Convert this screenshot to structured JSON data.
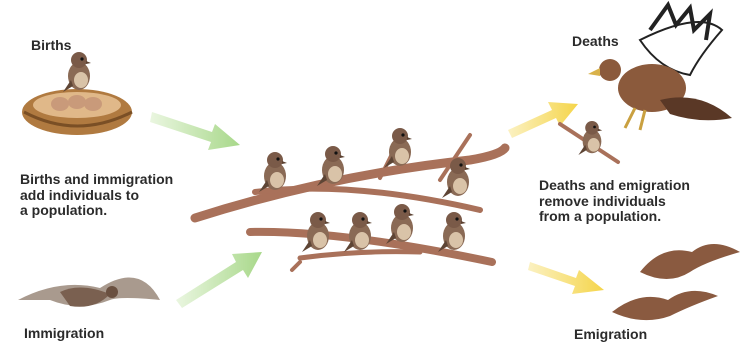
{
  "labels": {
    "births": "Births",
    "immigration": "Immigration",
    "deaths": "Deaths",
    "emigration": "Emigration"
  },
  "descriptions": {
    "add": "Births and immigration\nadd individuals to\na population.",
    "remove": "Deaths and emigration\nremove individuals\nfrom a population."
  },
  "colors": {
    "arrow_in": "#a8d88a",
    "arrow_out": "#f5d54a",
    "branch": "#a9715a",
    "sparrow_body": "#8a6a55",
    "sparrow_head": "#7a5a48",
    "nest": "#c98b4a",
    "hawk": "#8b5a3c"
  }
}
